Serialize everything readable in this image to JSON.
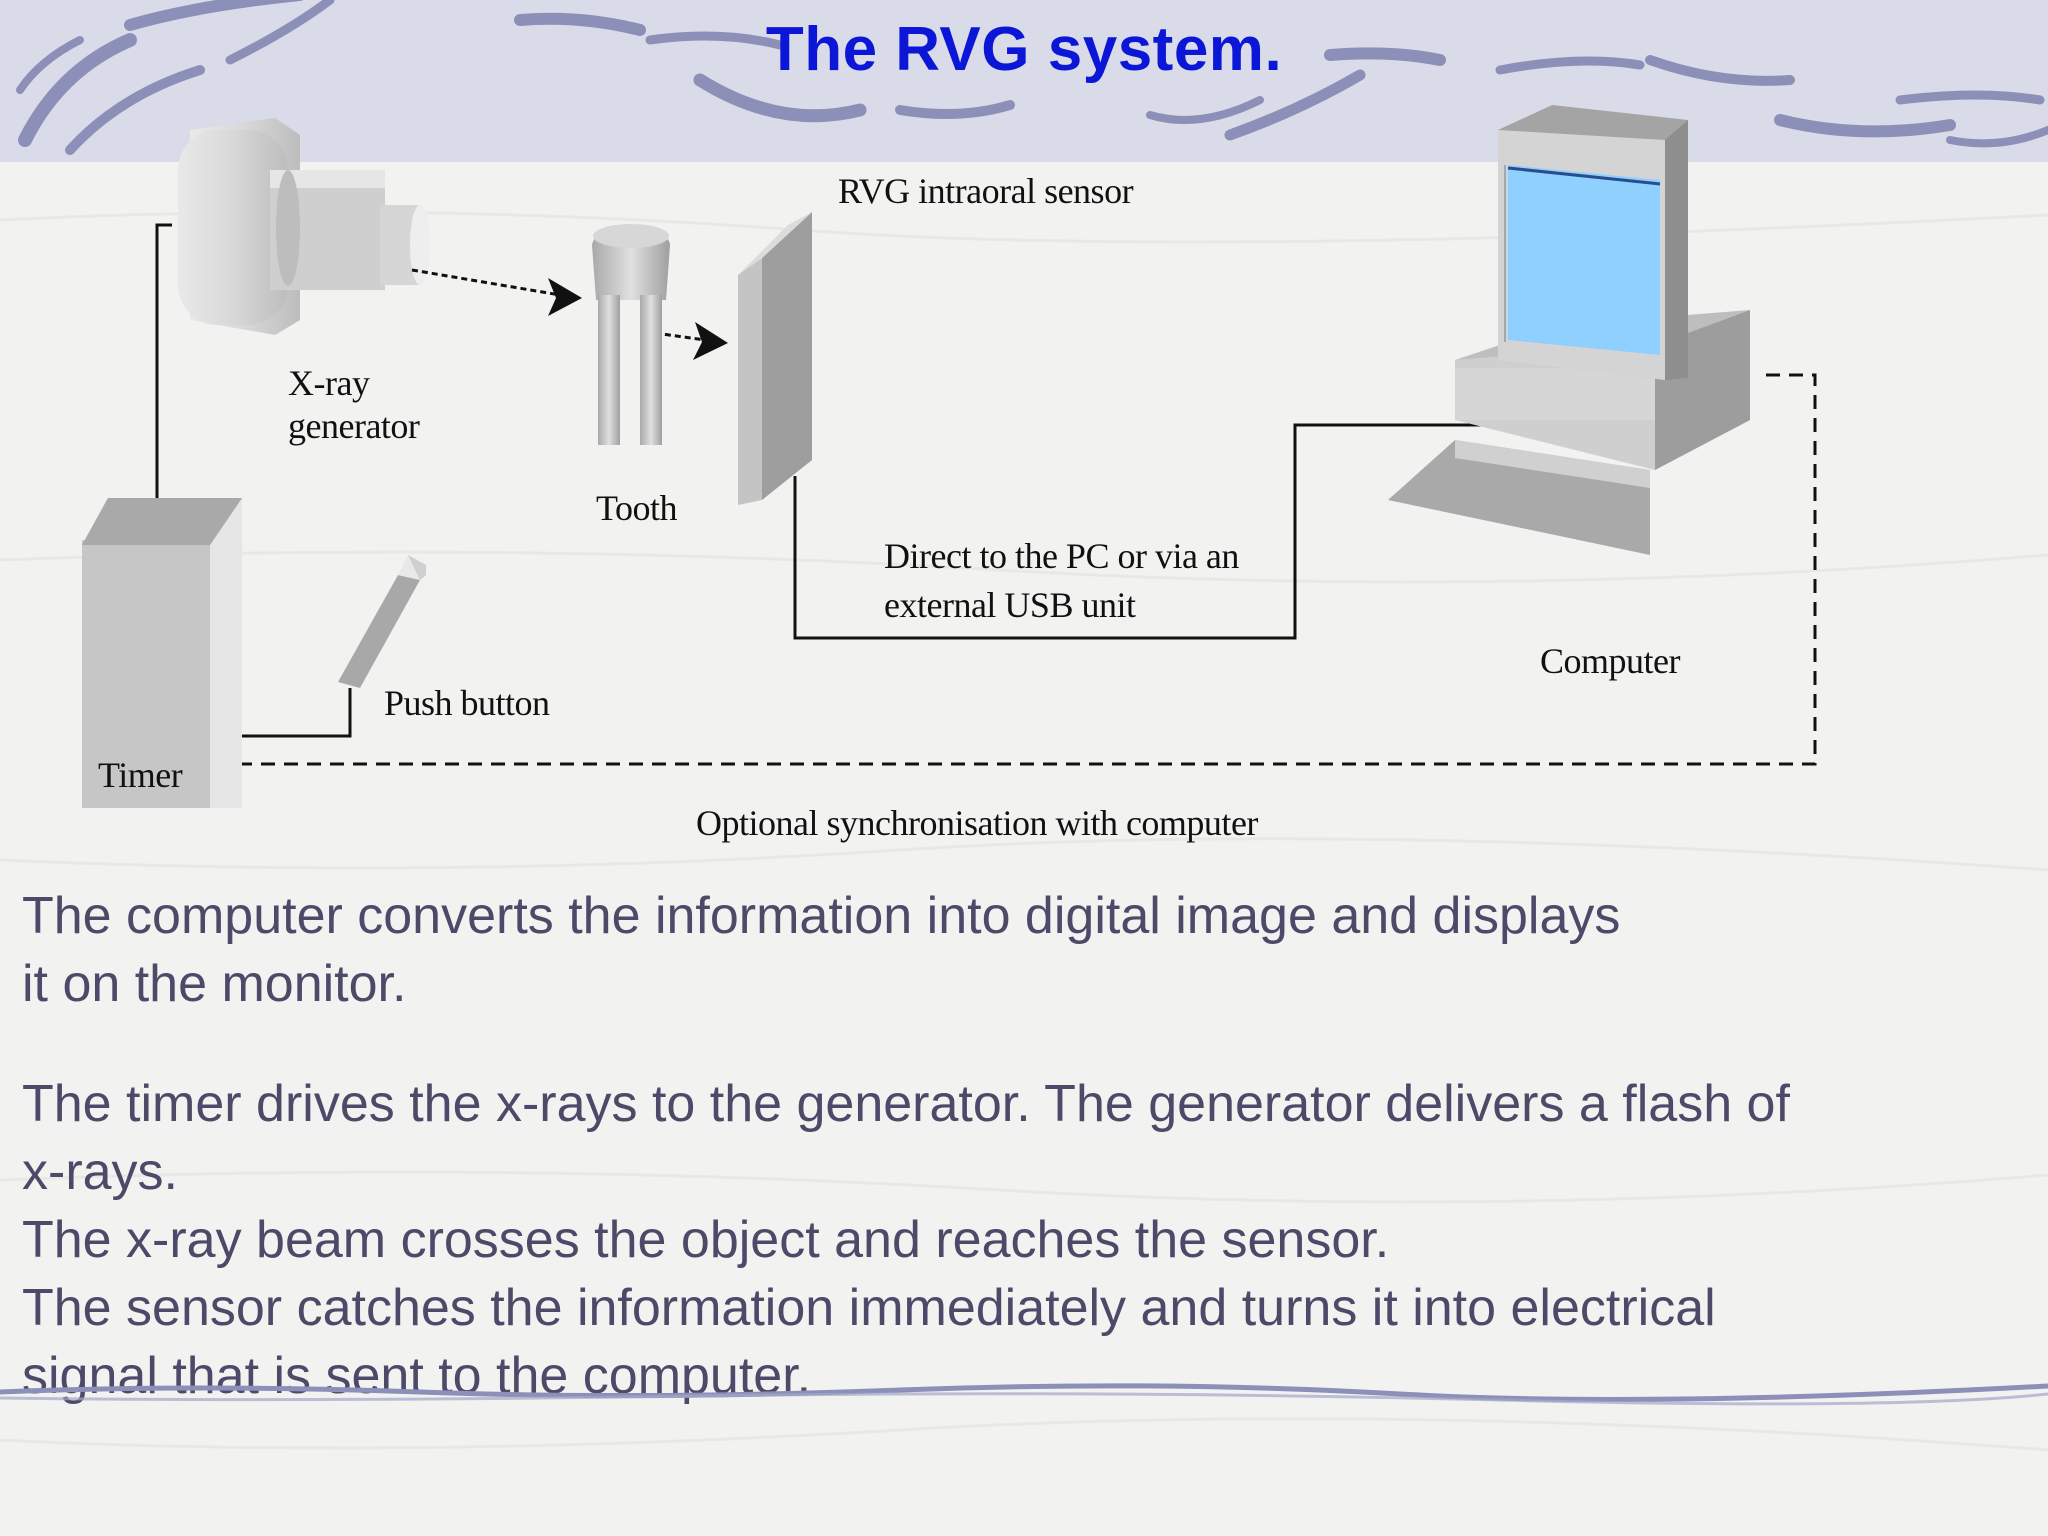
{
  "slide": {
    "title": "The RVG system.",
    "colors": {
      "title": "#0b16d6",
      "body_text": "#4c4a68",
      "header_band": "#d9dbe8",
      "squiggle": "#8c8fb8",
      "monitor_screen": "#8fd0ff",
      "device_gray": "#c9c9c9"
    }
  },
  "diagram": {
    "labels": {
      "xray_generator_line1": "X-ray",
      "xray_generator_line2": "generator",
      "tooth": "Tooth",
      "sensor": "RVG intraoral sensor",
      "connection_line1": "Direct to the PC or via an",
      "connection_line2": "external USB unit",
      "computer": "Computer",
      "push_button": "Push button",
      "timer": "Timer",
      "sync": "Optional synchronisation with computer"
    }
  },
  "body": {
    "paragraph1": [
      "The computer converts the information into digital image and displays",
      "it on the monitor."
    ],
    "paragraph2": [
      "The timer drives the x-rays to the  generator. The generator delivers a flash of",
      "x-rays.",
      "The x-ray beam crosses  the object and reaches the sensor.",
      "The sensor catches the information immediately and turns it into electrical",
      "signal that is sent to the computer."
    ]
  }
}
